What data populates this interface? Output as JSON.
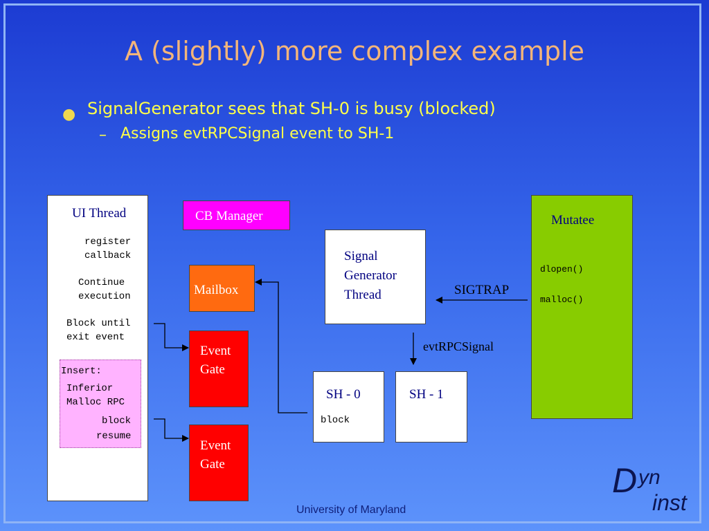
{
  "slide": {
    "title": "A (slightly) more complex example",
    "bullet_level1": "SignalGenerator sees that SH-0 is busy (blocked)",
    "bullet_level2": "Assigns evtRPCSignal event to SH-1",
    "bullet_dot": "●",
    "bullet_dash": "–"
  },
  "ui_thread": {
    "label": "UI Thread",
    "register_callback": "register\ncallback",
    "continue_execution": "Continue\nexecution",
    "block_until": "Block until\nexit event",
    "insert_label": "Insert:",
    "inferior_malloc": "Inferior\nMalloc RPC",
    "block": "block",
    "resume": "resume"
  },
  "cb_manager": {
    "label": "CB Manager",
    "color": "#ff00ff"
  },
  "mailbox": {
    "label": "Mailbox",
    "color": "#ff6a10"
  },
  "event_gates": [
    {
      "label": "Event\nGate",
      "color": "#ff0000"
    },
    {
      "label": "Event\nGate",
      "color": "#ff0000"
    }
  ],
  "signal_generator": {
    "label": "Signal\nGenerator\nThread"
  },
  "sh0": {
    "label": "SH - 0",
    "status": "block"
  },
  "sh1": {
    "label": "SH - 1"
  },
  "mutatee": {
    "label": "Mutatee",
    "color": "#88cc00",
    "calls": [
      "dlopen()",
      "malloc()"
    ]
  },
  "signals": {
    "sigtrap": "SIGTRAP",
    "evt_rpc_signal": "evtRPCSignal"
  },
  "footer": {
    "text": "University of Maryland"
  },
  "logo": {
    "d": "D",
    "yn": "yn",
    "inst": "inst"
  },
  "colors": {
    "title": "#f3b57a",
    "bullet": "#ffff4a",
    "insert_box": "#ffb3ff",
    "label_blue": "#000080"
  }
}
